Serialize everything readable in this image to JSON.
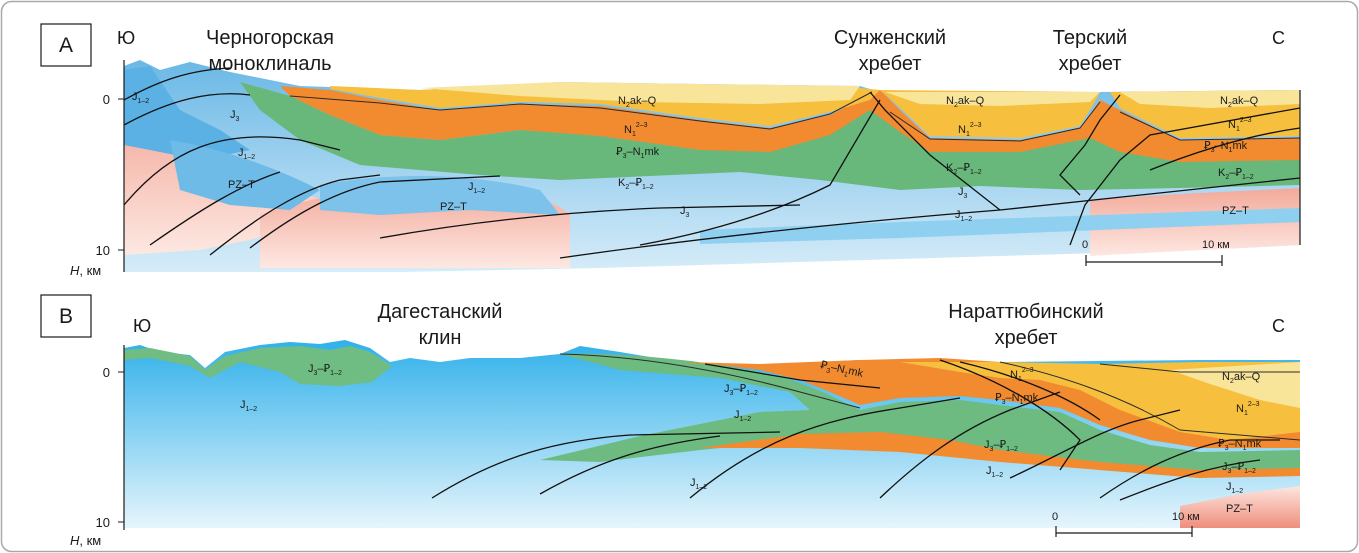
{
  "panels": {
    "a": {
      "letter": "A",
      "south": "Ю",
      "north": "С",
      "title_left_1": "Черногорская",
      "title_left_2": "моноклиналь",
      "title_mid_1": "Сунженский",
      "title_mid_2": "хребет",
      "title_right_1": "Терский",
      "title_right_2": "хребет",
      "tick_top": "0",
      "tick_bottom": "10",
      "h_axis": "H",
      "h_unit": ", км",
      "scale_start": "0",
      "scale_end": "10 км"
    },
    "b": {
      "letter": "B",
      "south": "Ю",
      "north": "С",
      "title_left_1": "Дагестанский",
      "title_left_2": "клин",
      "title_right_1": "Нараттюбинский",
      "title_right_2": "хребет",
      "tick_top": "0",
      "tick_bottom": "10",
      "h_axis": "H",
      "h_unit": ", км",
      "scale_start": "0",
      "scale_end": "10 км"
    }
  },
  "colors": {
    "frame": "#9a9a9a",
    "quaternary_neogene_upper": "#f8e59a",
    "neogene": "#f9bf3b",
    "paleogene_maikop": "#f28a2e",
    "cretaceous_paleogene": "#6cba7d",
    "jurassic_upper": "#b7dcf3",
    "jurassic_lower_middle": "#4ea8e0",
    "paleozoic_triassic": "#f3b3a3"
  }
}
